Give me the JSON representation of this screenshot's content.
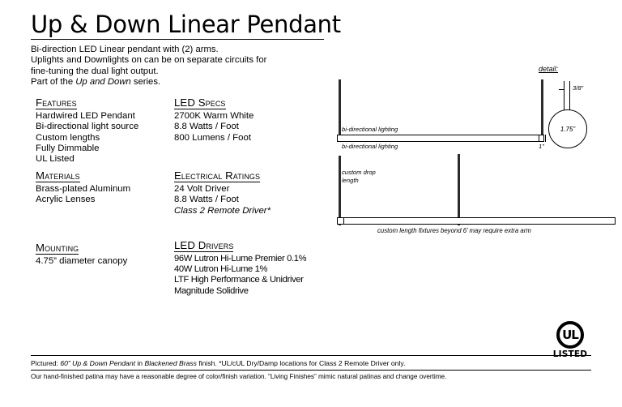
{
  "title": "Up & Down Linear Pendant",
  "intro": [
    "Bi-direction LED Linear pendant with (2) arms.",
    "Uplights and Downlights on can be on separate circuits for",
    "fine-tuning the dual light output.",
    "Part of the "
  ],
  "intro_series_italic": "Up and Down",
  "intro_series_tail": " series.",
  "sections": {
    "features": {
      "heading": "Features",
      "items": [
        "Hardwired LED Pendant",
        "Bi-directional light source",
        "Custom lengths",
        "Fully Dimmable",
        "UL Listed"
      ]
    },
    "led_specs": {
      "heading": "LED Specs",
      "items": [
        "2700K Warm White",
        "8.8 Watts / Foot",
        "800 Lumens / Foot"
      ]
    },
    "materials": {
      "heading": "Materials",
      "items": [
        "Brass-plated Aluminum",
        "Acrylic Lenses"
      ]
    },
    "electrical_ratings": {
      "heading": "Electrical Ratings",
      "items": [
        "24 Volt Driver",
        "8.8 Watts / Foot"
      ],
      "italic_note": "Class 2 Remote Driver*"
    },
    "mounting": {
      "heading": "Mounting",
      "items": [
        "4.75” diameter canopy"
      ]
    },
    "led_drivers": {
      "heading": "LED Drivers",
      "items": [
        "96W Lutron Hi-Lume Premier 0.1%",
        "40W Lutron Hi-Lume 1%",
        "LTF High Performance & Unidriver",
        "Magnitude Solidrive"
      ]
    }
  },
  "drawing": {
    "detail_label": "detail:",
    "dim_rod": "3/8”",
    "dim_disc": "1.75”",
    "dim_bar": "1”",
    "lighting_label_top": "bi-directional lighting",
    "lighting_label_bottom": "bi-directional lighting",
    "drop_label_line1": "custom drop",
    "drop_label_line2": "length",
    "caption": "custom length fixtures beyond 6’ may require extra arm"
  },
  "ul": {
    "mark_text": "UL",
    "listed_text": "LISTED"
  },
  "footer": {
    "line1_prefix": "Pictured: ",
    "line1_italic1": "60” Up & Down Pendant",
    "line1_mid": " in ",
    "line1_italic2": "Blackened Brass",
    "line1_tail": " finish. *UL/cUL Dry/Damp locations for Class 2 Remote Driver only.",
    "line2": "Our hand-finished patina may have a reasonable degree of color/finish variation. “Living Finishes” mimic natural patinas and change overtime."
  },
  "colors": {
    "ink": "#000000",
    "stem": "#2b2b2b",
    "paper": "#ffffff"
  }
}
